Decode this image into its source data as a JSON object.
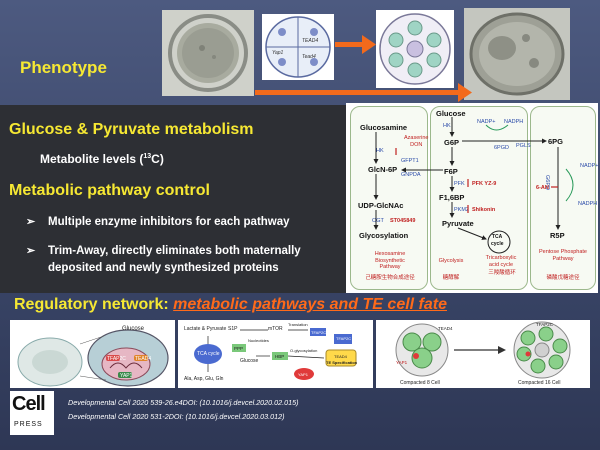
{
  "phenotype": "Phenotype",
  "section1": {
    "title": "Glucose & Pyruvate metabolism",
    "metabolite_prefix": "Metabolite levels  (",
    "isotope_mass": "13",
    "metabolite_suffix": "C)"
  },
  "section2": {
    "title": "Metabolic pathway control",
    "bullets": [
      "Multiple enzyme inhibitors for each pathway",
      "Trim-Away, directly eliminates both maternally deposited and newly synthesized proteins"
    ],
    "bullet_mark": "➢"
  },
  "top_images": {
    "img2_labels": [
      "TEAD4",
      "Yap1",
      "Tead4"
    ],
    "arrow_color": "#f26a1c"
  },
  "pathway": {
    "col1": {
      "metabolites": [
        "Glucosamine",
        "GlcN-6P",
        "UDP-GlcNAc",
        "Glycosylation"
      ],
      "enzymes": [
        "HK",
        "GFPT1",
        "GNPDA",
        "OGT"
      ],
      "inhibitors": [
        "Azaserine\nDON",
        "ST045849"
      ],
      "label_en": "Hexosamine\nBiosynthetic\nPathway",
      "label_zh": "己糖胺生物合成途径"
    },
    "col2": {
      "metabolites": [
        "Glucose",
        "G6P",
        "F6P",
        "F1,6BP",
        "Pyruvate"
      ],
      "enzymes": [
        "HK",
        "PFK",
        "PKM2"
      ],
      "inhibitors": [
        "PFK YZ-9",
        "Shikonin"
      ],
      "tca": [
        "TCA",
        "cycle"
      ],
      "tca_label": "Tricarboxylic\nacid cycle",
      "tca_zh": "三羧酸循环",
      "label_en": "Glycolysis",
      "label_zh": "糖酵解"
    },
    "col3": {
      "metabolites": [
        "6PG",
        "R5P"
      ],
      "enzymes": [
        "NADP+",
        "NADPH",
        "6PGD",
        "PGLS",
        "G6PD"
      ],
      "inhibitors": [
        "6-AN"
      ],
      "label_en": "Pentose Phosphate\nPathway",
      "label_zh": "磷酸戊糖途径"
    }
  },
  "regulatory": {
    "prefix": "Regulatory network: ",
    "emphasis": "metabolic pathways and TE cell fate"
  },
  "bottom_mid": {
    "left_labels": [
      "Lactate & Pyruvate",
      "TCA cycle",
      "Ala, Asp, Glu, Gln"
    ],
    "top_labels": [
      "S1P",
      "mTOR",
      "Translation",
      "TFAP2C"
    ],
    "mid_labels": [
      "PPP",
      "Nucleotides",
      "HBP",
      "O-glycosylation",
      "Glucose"
    ],
    "right_labels": [
      "TFAP2C",
      "TEAD4",
      "TE Specification",
      "YAP1"
    ]
  },
  "bottom_left": {
    "labels": [
      "Glucose",
      "TFAP2C",
      "TEAD4",
      "YAP1"
    ]
  },
  "bottom_right": {
    "left_caption": "Compacted 8 Cell",
    "right_caption": "Compacted 16 Cell",
    "labels": [
      "TEAD4",
      "TFAP2C",
      "YAP1"
    ]
  },
  "logo": {
    "word": "Cell",
    "press": "PRESS"
  },
  "citations": [
    "Developmental Cell 2020 539-26.e4DOI: (10.1016/j.devcel.2020.02.015)",
    "Developmental Cell 2020 531-2DOI: (10.1016/j.devcel.2020.03.012)"
  ]
}
